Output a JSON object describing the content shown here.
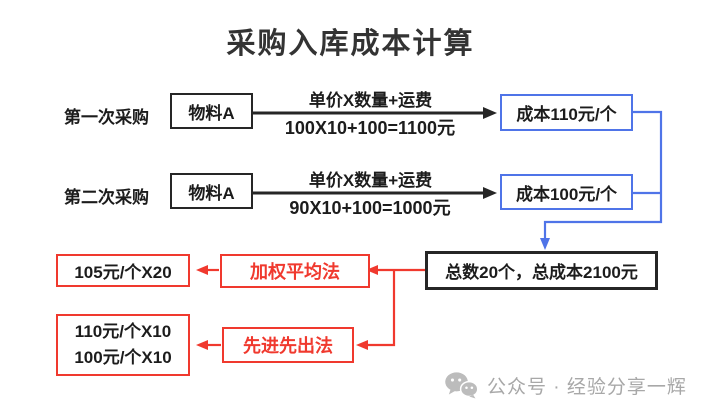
{
  "title": "采购入库成本计算",
  "colors": {
    "accent_blue": "#4f74e8",
    "accent_red": "#f0392e",
    "ink": "#262626",
    "watermark_gray": "#a8a8a8"
  },
  "purchases": [
    {
      "label": "第一次采购",
      "material": "物料A",
      "formula_label": "单价X数量+运费",
      "formula_calc": "100X10+100=1100元",
      "unit_cost": "成本110元/个"
    },
    {
      "label": "第二次采购",
      "material": "物料A",
      "formula_label": "单价X数量+运费",
      "formula_calc": "90X10+100=1000元",
      "unit_cost": "成本100元/个"
    }
  ],
  "total_summary": "总数20个，总成本2100元",
  "methods": [
    {
      "name": "加权平均法",
      "result_lines": [
        "105元/个X20"
      ]
    },
    {
      "name": "先进先出法",
      "result_lines": [
        "110元/个X10",
        "100元/个X10"
      ]
    }
  ],
  "watermark": {
    "icon": "wechat-icon",
    "text": "公众号 · 经验分享一辉"
  }
}
